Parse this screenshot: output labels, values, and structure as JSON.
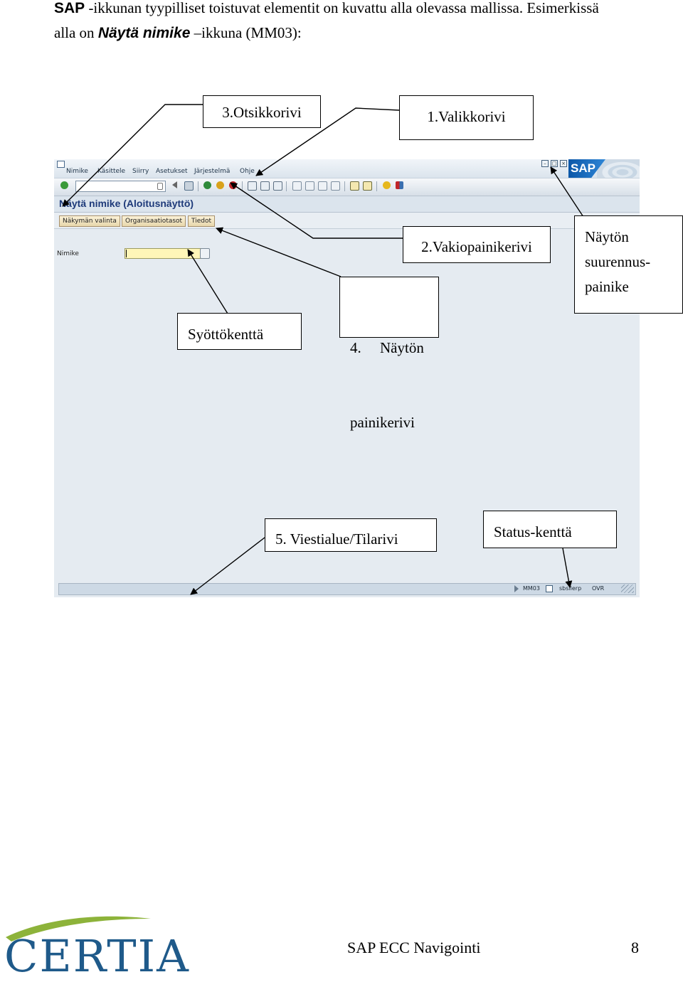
{
  "intro": {
    "brand": "SAP",
    "line1_rest": " -ikkunan tyypilliset toistuvat elementit on kuvattu alla olevassa mallissa. Esimerkissä",
    "line2_pre": "alla on ",
    "line2_em": "Näytä nimike",
    "line2_post": " –ikkuna (MM03):"
  },
  "sap": {
    "menu": [
      "Nimike",
      "Käsittele",
      "Siirry",
      "Asetukset",
      "Järjestelmä",
      "Ohje"
    ],
    "logo": "SAP",
    "screen_title": "Näytä nimike (Aloitusnäyttö)",
    "app_buttons": [
      "Näkymän valinta",
      "Organisaatiotasot",
      "Tiedot"
    ],
    "field_label": "Nimike",
    "status": {
      "transaction": "MM03",
      "server": "sbsllerp",
      "mode": "OVR"
    }
  },
  "callouts": {
    "title_row": "3.Otsikkorivi",
    "menu_row": "1.Valikkorivi",
    "standard_toolbar": "2.Vakiopainikerivi",
    "maximize_l1": "Näytön",
    "maximize_l2": "suurennus-",
    "maximize_l3": "painike",
    "app_toolbar_l1": "4.     Näytön",
    "app_toolbar_l2": "painikerivi",
    "input_field": "Syöttökenttä",
    "message_area": "5. Viestialue/Tilarivi",
    "status_field": "Status-kenttä"
  },
  "footer": {
    "logo": "CERTIA",
    "title": "SAP ECC Navigointi",
    "page": "8"
  },
  "colors": {
    "sap_blue": "#0b57a8",
    "title_blue": "#1e3a7a",
    "input_yellow": "#fff6b8",
    "logo_blue": "#1f5a8a",
    "logo_green": "#8db33a"
  }
}
